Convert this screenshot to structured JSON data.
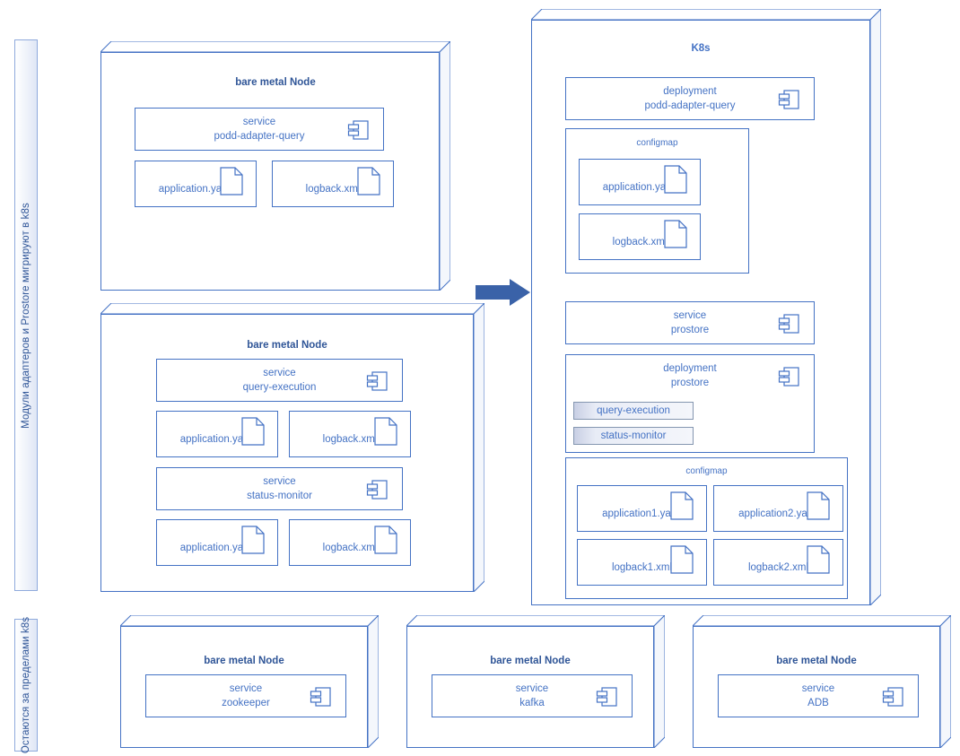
{
  "diagram": {
    "type": "uml-deployment",
    "title_visible": false
  },
  "side_labels": [
    {
      "id": "migrating",
      "text": "Модули адаптеров и Prostore мигрируют в k8s"
    },
    {
      "id": "outside",
      "text": "Остаются за пределами k8s"
    }
  ],
  "arrow": {
    "name": "migration-arrow",
    "color": "#3a62a8"
  },
  "colors": {
    "stroke": "#4472c4",
    "title": "#2f5597",
    "text": "#4472c4",
    "chip_border": "#8496b0",
    "arrow": "#3a62a8",
    "band_border": "#8faadc"
  },
  "left_nodes": [
    {
      "id": "node-podd-adapter",
      "title": "bare metal Node",
      "service": {
        "kind": "service",
        "name": "podd-adapter-query",
        "icon": "component-icon"
      },
      "files": [
        {
          "label": "application.yaml",
          "icon": "document-icon"
        },
        {
          "label": "logback.xml",
          "icon": "document-icon"
        }
      ]
    },
    {
      "id": "node-query-status",
      "title": "bare metal Node",
      "services": [
        {
          "kind": "service",
          "name": "query-execution",
          "icon": "component-icon",
          "files": [
            {
              "label": "application.yaml",
              "icon": "document-icon"
            },
            {
              "label": "logback.xml",
              "icon": "document-icon"
            }
          ]
        },
        {
          "kind": "service",
          "name": "status-monitor",
          "icon": "component-icon",
          "files": [
            {
              "label": "application.yaml",
              "icon": "document-icon"
            },
            {
              "label": "logback.xml",
              "icon": "document-icon"
            }
          ]
        }
      ]
    }
  ],
  "k8s": {
    "title": "K8s",
    "deployment_adapter": {
      "kind": "deployment",
      "name": "podd-adapter-query",
      "icon": "component-icon"
    },
    "configmap_adapter": {
      "label": "configmap",
      "files": [
        {
          "label": "application.yaml",
          "icon": "document-icon"
        },
        {
          "label": "logback.xml",
          "icon": "document-icon"
        }
      ]
    },
    "service_prostore": {
      "kind": "service",
      "name": "prostore",
      "icon": "component-icon"
    },
    "deployment_prostore": {
      "kind": "deployment",
      "name": "prostore",
      "icon": "component-icon",
      "pods": [
        {
          "label": "query-execution"
        },
        {
          "label": "status-monitor"
        }
      ]
    },
    "configmap_prostore": {
      "label": "configmap",
      "files": [
        {
          "label": "application1.yaml",
          "icon": "document-icon"
        },
        {
          "label": "application2.yaml",
          "icon": "document-icon"
        },
        {
          "label": "logback1.xml",
          "icon": "document-icon"
        },
        {
          "label": "logback2.xml",
          "icon": "document-icon"
        }
      ]
    }
  },
  "bottom_nodes": [
    {
      "id": "node-zookeeper",
      "title": "bare metal Node",
      "service": {
        "kind": "service",
        "name": "zookeeper",
        "icon": "component-icon"
      }
    },
    {
      "id": "node-kafka",
      "title": "bare metal Node",
      "service": {
        "kind": "service",
        "name": "kafka",
        "icon": "component-icon"
      }
    },
    {
      "id": "node-adb",
      "title": "bare metal Node",
      "service": {
        "kind": "service",
        "name": "ADB",
        "icon": "component-icon"
      }
    }
  ]
}
